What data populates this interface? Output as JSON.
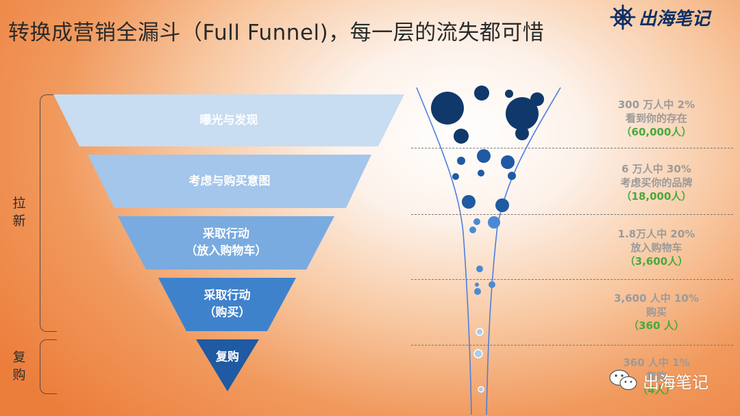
{
  "title": "转换成营销全漏斗（Full Funnel)，每一层的流失都可惜",
  "logo_text": "出海笔记",
  "watermark_text": "出海笔记",
  "brackets": [
    {
      "label": "拉\n新"
    },
    {
      "label": "复\n购"
    }
  ],
  "tiers": [
    {
      "label": "曝光与发现",
      "color": "#c8ddf2"
    },
    {
      "label": "考虑与购买意图",
      "color": "#a3c6ea"
    },
    {
      "label": "采取行动\n（放入购物车）",
      "color": "#79abe0"
    },
    {
      "label": "采取行动\n（购买）",
      "color": "#3f82cc"
    },
    {
      "label": "复购",
      "color": "#1f5aa2"
    }
  ],
  "stages": [
    {
      "line1": "300 万人中 2%",
      "line2": "看到你的存在",
      "line3": "（60,000人）"
    },
    {
      "line1": "6 万人中 30%",
      "line2": "考虑买你的品牌",
      "line3": "（18,000人）"
    },
    {
      "line1": "1.8万人中 20%",
      "line2": "放入购物车",
      "line3": "（3,600人）"
    },
    {
      "line1": "3,600 人中 10%",
      "line2": "购买",
      "line3": "（360 人）"
    },
    {
      "line1": "360 人中 1%",
      "line2": "复购",
      "line3": "（4人）"
    }
  ],
  "colors": {
    "bubble_dark": "#10386b",
    "bubble_mid": "#1f5aa2",
    "bubble_light": "#4a8ad4",
    "funnel_line": "#4b7fe0",
    "highlight_green": "#4aa83c"
  }
}
